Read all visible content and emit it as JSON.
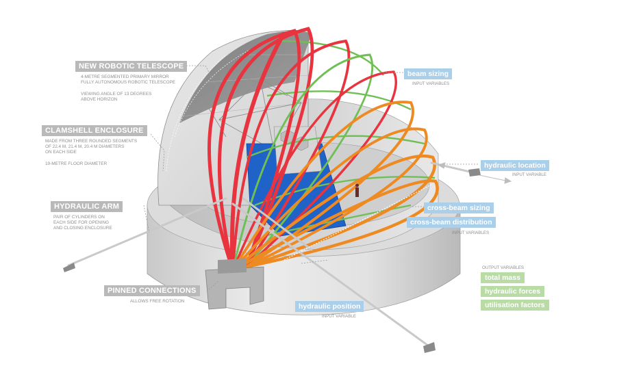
{
  "telescope": {
    "title": "NEW ROBOTIC TELESCOPE",
    "line1": "4-METRE SEGMENTED PRIMARY MIRROR",
    "line2": "FULLY AUTONOMOUS ROBOTIC TELESCOPE",
    "line3": "VIEWING ANGLE OF 13 DEGREES",
    "line4": "ABOVE HORIZON"
  },
  "enclosure": {
    "title": "CLAMSHELL ENCLOSURE",
    "line1": "MADE FROM THREE ROUNDED SEGMENTS",
    "line2": "OF 22.4 m, 21.4 m, 20.4 m DIAMETERS",
    "line3": "ON EACH SIDE",
    "line4": "19-METRE FLOOR DIAMETER"
  },
  "arm": {
    "title": "HYDRAULIC ARM",
    "line1": "PAIR OF CYLINDERS ON",
    "line2": "EACH SIDE FOR OPENING",
    "line3": "AND CLOSING ENCLOSURE"
  },
  "pinned": {
    "title": "PINNED CONNECTIONS",
    "line1": "ALLOWS FREE ROTATION"
  },
  "inputs": {
    "beam_sizing": "beam sizing",
    "beam_sizing_sub": "INPUT VARIABLES",
    "hydraulic_location": "hydraulic location",
    "hydraulic_location_sub": "INPUT VARIABLE",
    "cross_beam_sizing": "cross-beam sizing",
    "cross_beam_distribution": "cross-beam distribution",
    "cross_beam_sub": "INPUT VARIABLES",
    "hydraulic_position": "hydraulic position",
    "hydraulic_position_sub": "INPUT VARIABLE"
  },
  "outputs": {
    "header": "OUTPUT VARIABLES",
    "total_mass": "total mass",
    "hydraulic_forces": "hydraulic forces",
    "utilisation_factors": "utilisation factors"
  },
  "colors": {
    "red_arch": "#e8343f",
    "orange_arch": "#ee8a22",
    "green_beam": "#6fbf55",
    "telescope_blue": "#1f62c8",
    "input_box": "#a9cfea",
    "output_box": "#b8dca4",
    "grey_box": "#b9b9b9"
  }
}
